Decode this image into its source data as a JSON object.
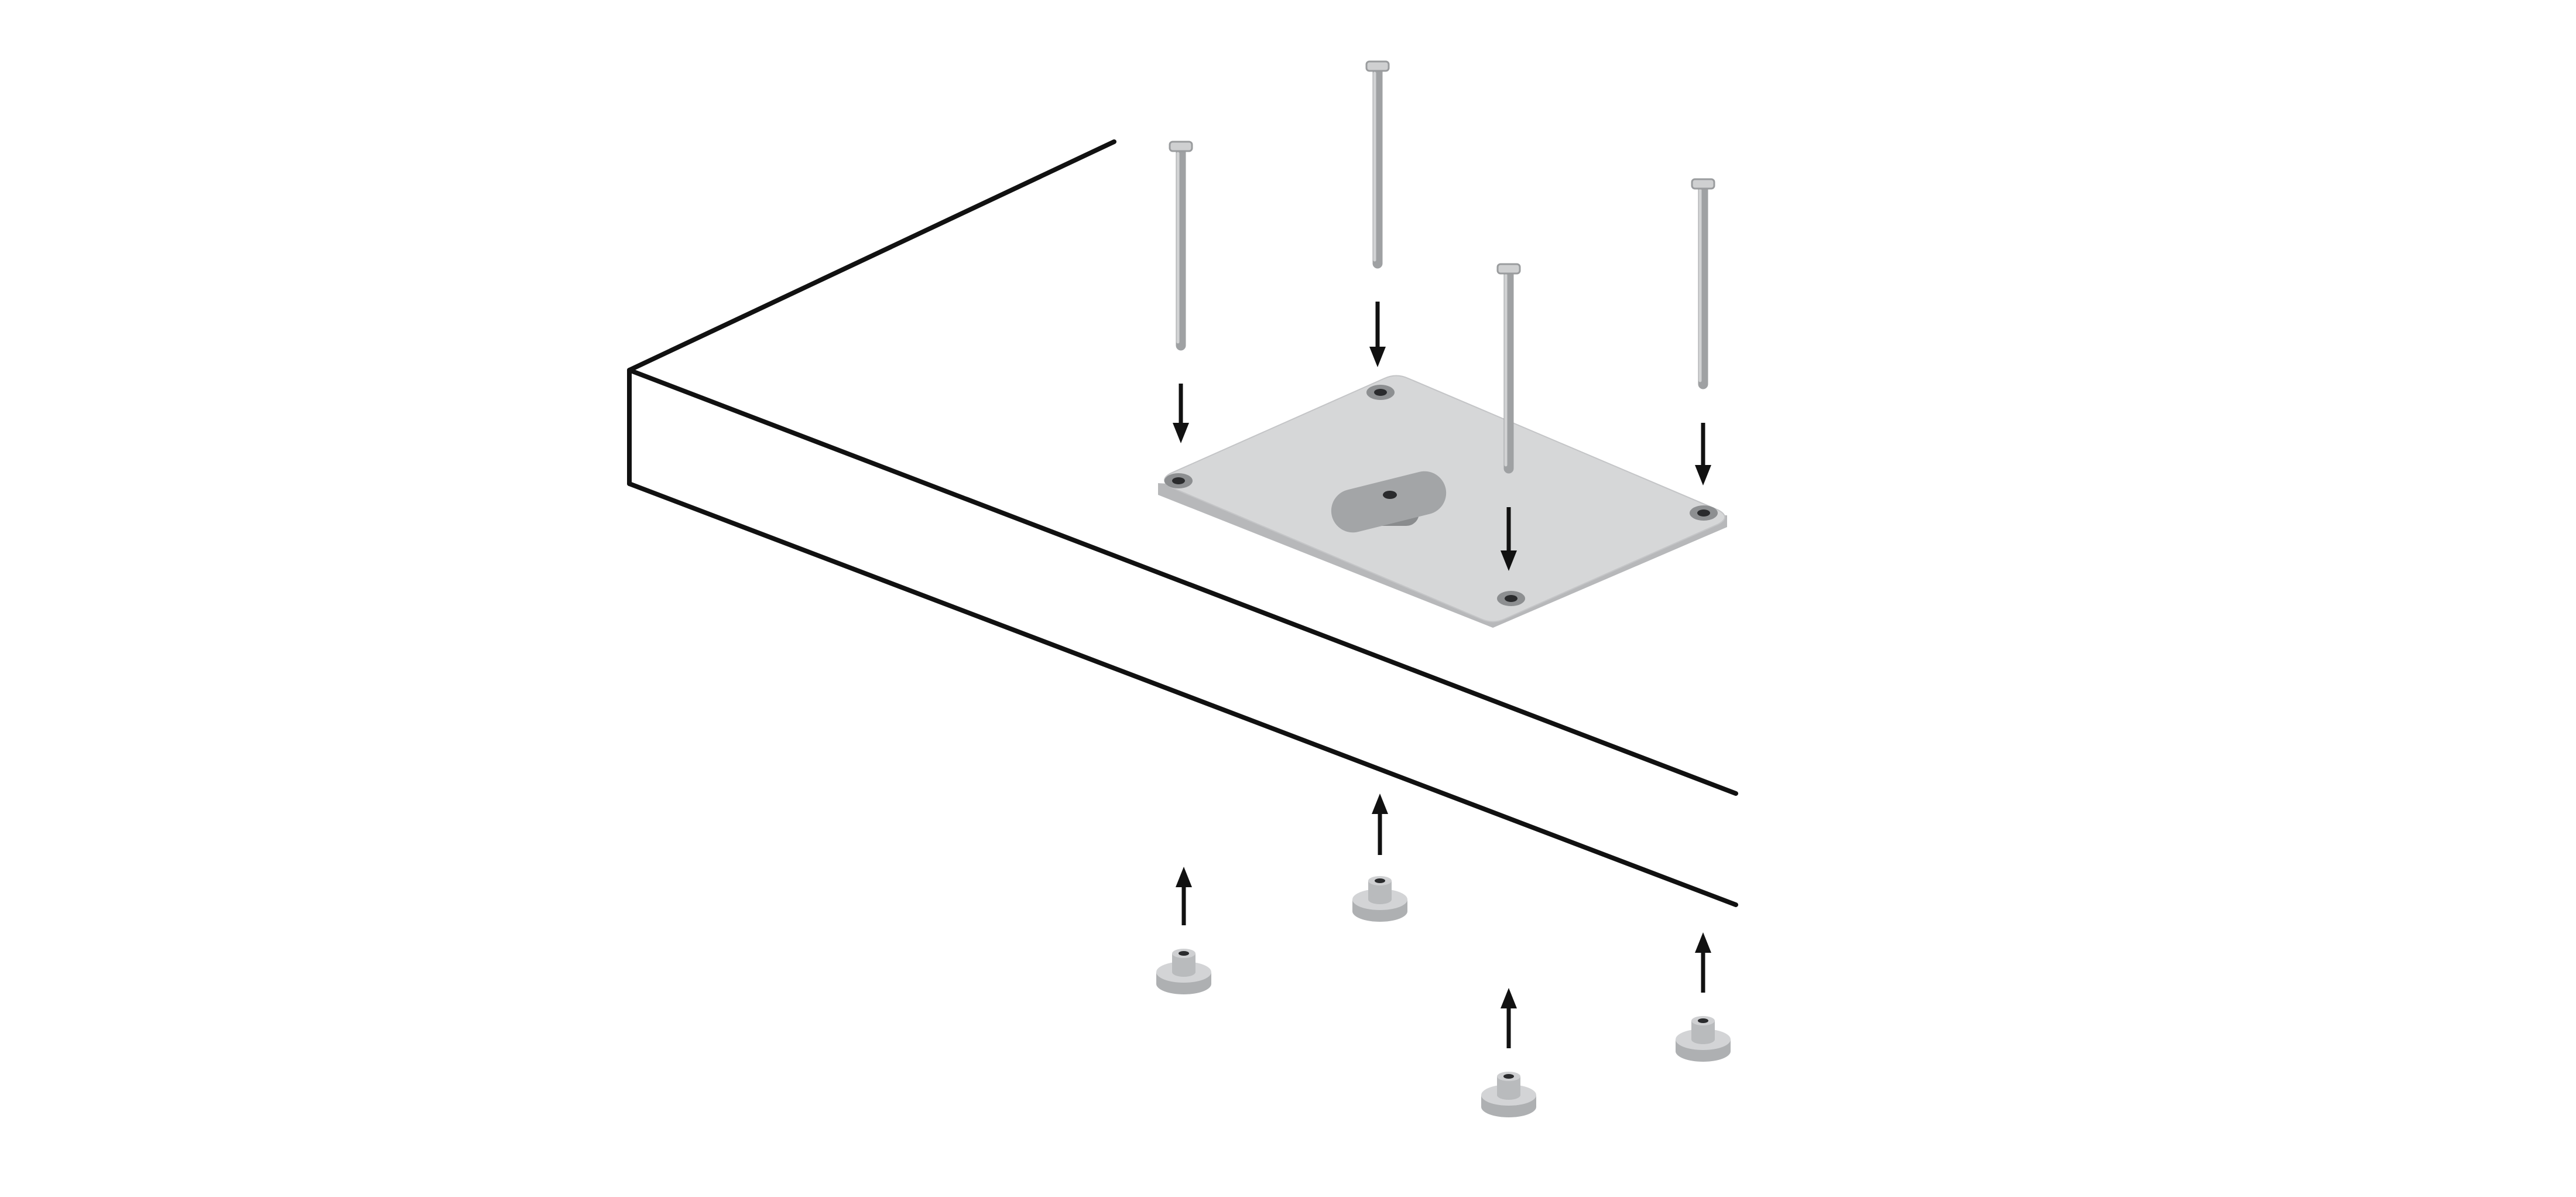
{
  "diagram": {
    "colors": {
      "background": "#ffffff",
      "line": "#111111",
      "metal_light": "#d6d7d8",
      "metal_mid": "#b7b8ba",
      "metal_dark": "#8a8c8e",
      "hole": "#2a2b2d"
    },
    "parts": {
      "mounting_plate_count": 1,
      "rod_count": 4,
      "nut_count": 4
    }
  }
}
